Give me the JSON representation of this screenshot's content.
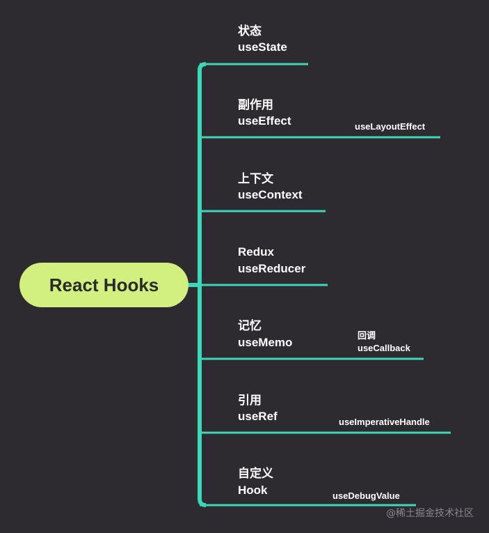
{
  "root": {
    "label": "React Hooks"
  },
  "colors": {
    "background": "#2d2a30",
    "branch": "#3cd6b8",
    "root_fill": "#d2f07f",
    "root_text": "#2a2a2a"
  },
  "branches": [
    {
      "title": "状态",
      "hook": "useState"
    },
    {
      "title": "副作用",
      "hook": "useEffect",
      "extra": "useLayoutEffect"
    },
    {
      "title": "上下文",
      "hook": "useContext"
    },
    {
      "title": "Redux",
      "hook": "useReducer"
    },
    {
      "title": "记忆",
      "hook": "useMemo",
      "extra_title": "回调",
      "extra": "useCallback"
    },
    {
      "title": "引用",
      "hook": "useRef",
      "extra": "useImperativeHandle"
    },
    {
      "title": "自定义",
      "hook": "Hook",
      "extra": "useDebugValue"
    }
  ],
  "watermark": "@稀土掘金技术社区"
}
